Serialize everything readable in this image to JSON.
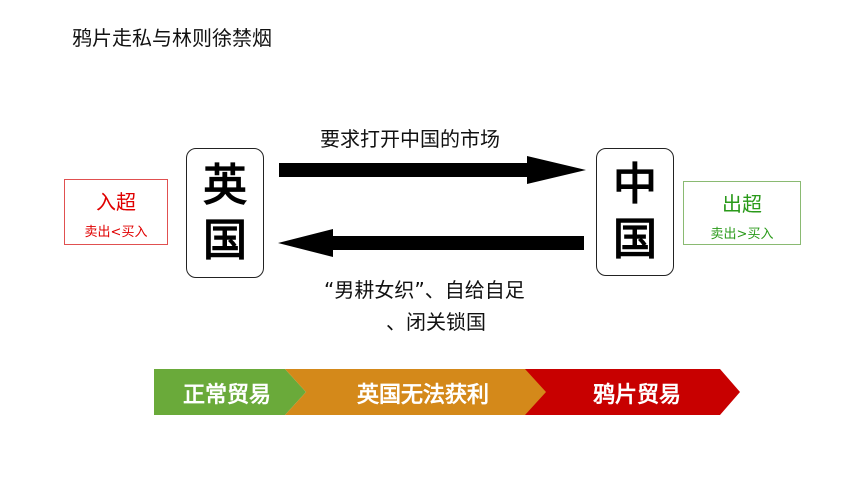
{
  "title": "鸦片走私与林则徐禁烟",
  "britain": {
    "line1": "英",
    "line2": "国"
  },
  "china": {
    "line1": "中",
    "line2": "国"
  },
  "left_status": {
    "title": "入超",
    "detail": "卖出<买入",
    "color": "#e00000"
  },
  "right_status": {
    "title": "出超",
    "detail": "卖出>买入",
    "color": "#2a9a1a"
  },
  "arrow_top_label": "要求打开中国的市场",
  "arrow_bottom_label_line1": "“男耕女织”、自给自足",
  "arrow_bottom_label_line2": "、闭关锁国",
  "process": [
    {
      "label": "正常贸易",
      "color": "#6aaa3a"
    },
    {
      "label": "英国无法获利",
      "color": "#d4891a"
    },
    {
      "label": "鸦片贸易",
      "color": "#c80000"
    }
  ]
}
